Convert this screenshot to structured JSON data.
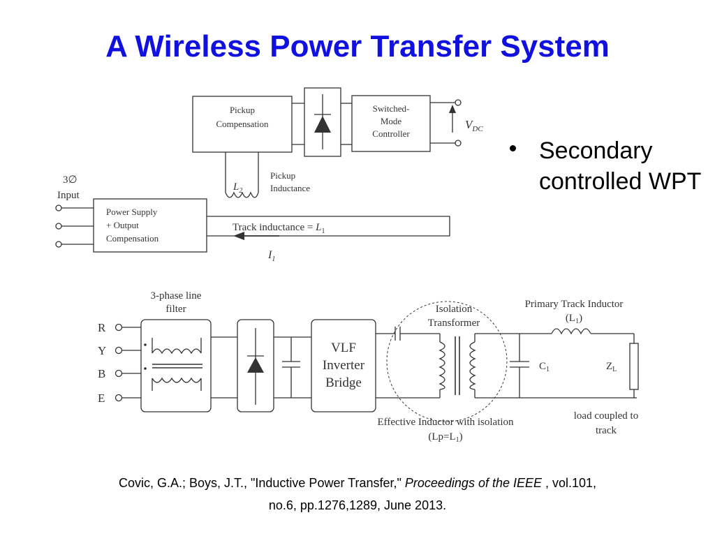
{
  "slide": {
    "title": "A Wireless Power Transfer System",
    "bullet": "Secondary controlled WPT",
    "citation": {
      "part1": "Covic, G.A.; Boys, J.T., \"Inductive Power Transfer,\" ",
      "journal": "Proceedings of the IEEE",
      "part2": " , vol.101,",
      "line2": "no.6, pp.1276,1289, June 2013."
    }
  },
  "diagram_top": {
    "pickup_comp": [
      "Pickup",
      "Compensation"
    ],
    "smc": [
      "Switched-",
      "Mode",
      "Controller"
    ],
    "vdc_main": "V",
    "vdc_sub": "DC",
    "l2_main": "L",
    "l2_sub": "2",
    "pickup_ind": [
      "Pickup",
      "Inductance"
    ],
    "input": [
      "3∅",
      "Input"
    ],
    "power_supply": [
      "Power Supply",
      "+ Output",
      "Compensation"
    ],
    "track_label": "Track inductance = ",
    "track_l": "L",
    "track_sub": "1",
    "i1_main": "I",
    "i1_sub": "1"
  },
  "diagram_bottom": {
    "filter": [
      "3-phase line",
      "filter"
    ],
    "phases": [
      "R",
      "Y",
      "B",
      "E"
    ],
    "vlf": [
      "VLF",
      "Inverter",
      "Bridge"
    ],
    "iso": [
      "Isolation",
      "Transformer"
    ],
    "primary": [
      "Primary Track Inductor",
      "(L",
      "1",
      ")"
    ],
    "c1_main": "C",
    "c1_sub": "1",
    "zl_main": "Z",
    "zl_sub": "L",
    "eff": [
      "Effective Inductor with isolation",
      "(Lp=L",
      "1",
      ")"
    ],
    "load": [
      "load coupled to",
      "track"
    ]
  }
}
